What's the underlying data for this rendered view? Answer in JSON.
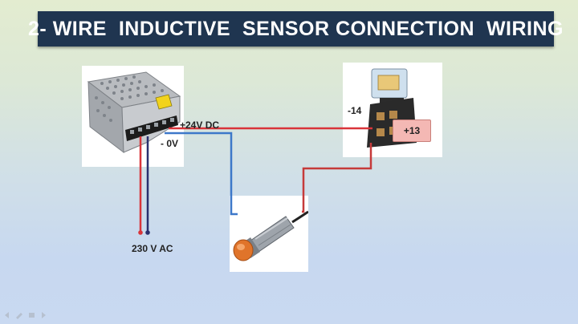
{
  "title": "2- WIRE  INDUCTIVE  SENSOR CONNECTION  WIRING",
  "labels": {
    "psu_plus": "+24V DC",
    "psu_zero": "- 0V",
    "ac_input": "230 V AC",
    "relay_minus": "-14",
    "relay_plus": "+13"
  },
  "components": {
    "power_supply": "power-supply-icon",
    "relay": "relay-icon",
    "sensor": "inductive-sensor-icon"
  },
  "colors": {
    "title_bg": "#1f3550",
    "title_text": "#ffffff",
    "wire_red": "#d9343a",
    "wire_blue": "#3d78c9",
    "wire_dark": "#2a2f6e",
    "tag_bg": "#f4b8b4"
  },
  "footer": {
    "icons": [
      "arrow-left-icon",
      "pencil-icon",
      "menu-icon",
      "arrow-right-icon"
    ]
  }
}
